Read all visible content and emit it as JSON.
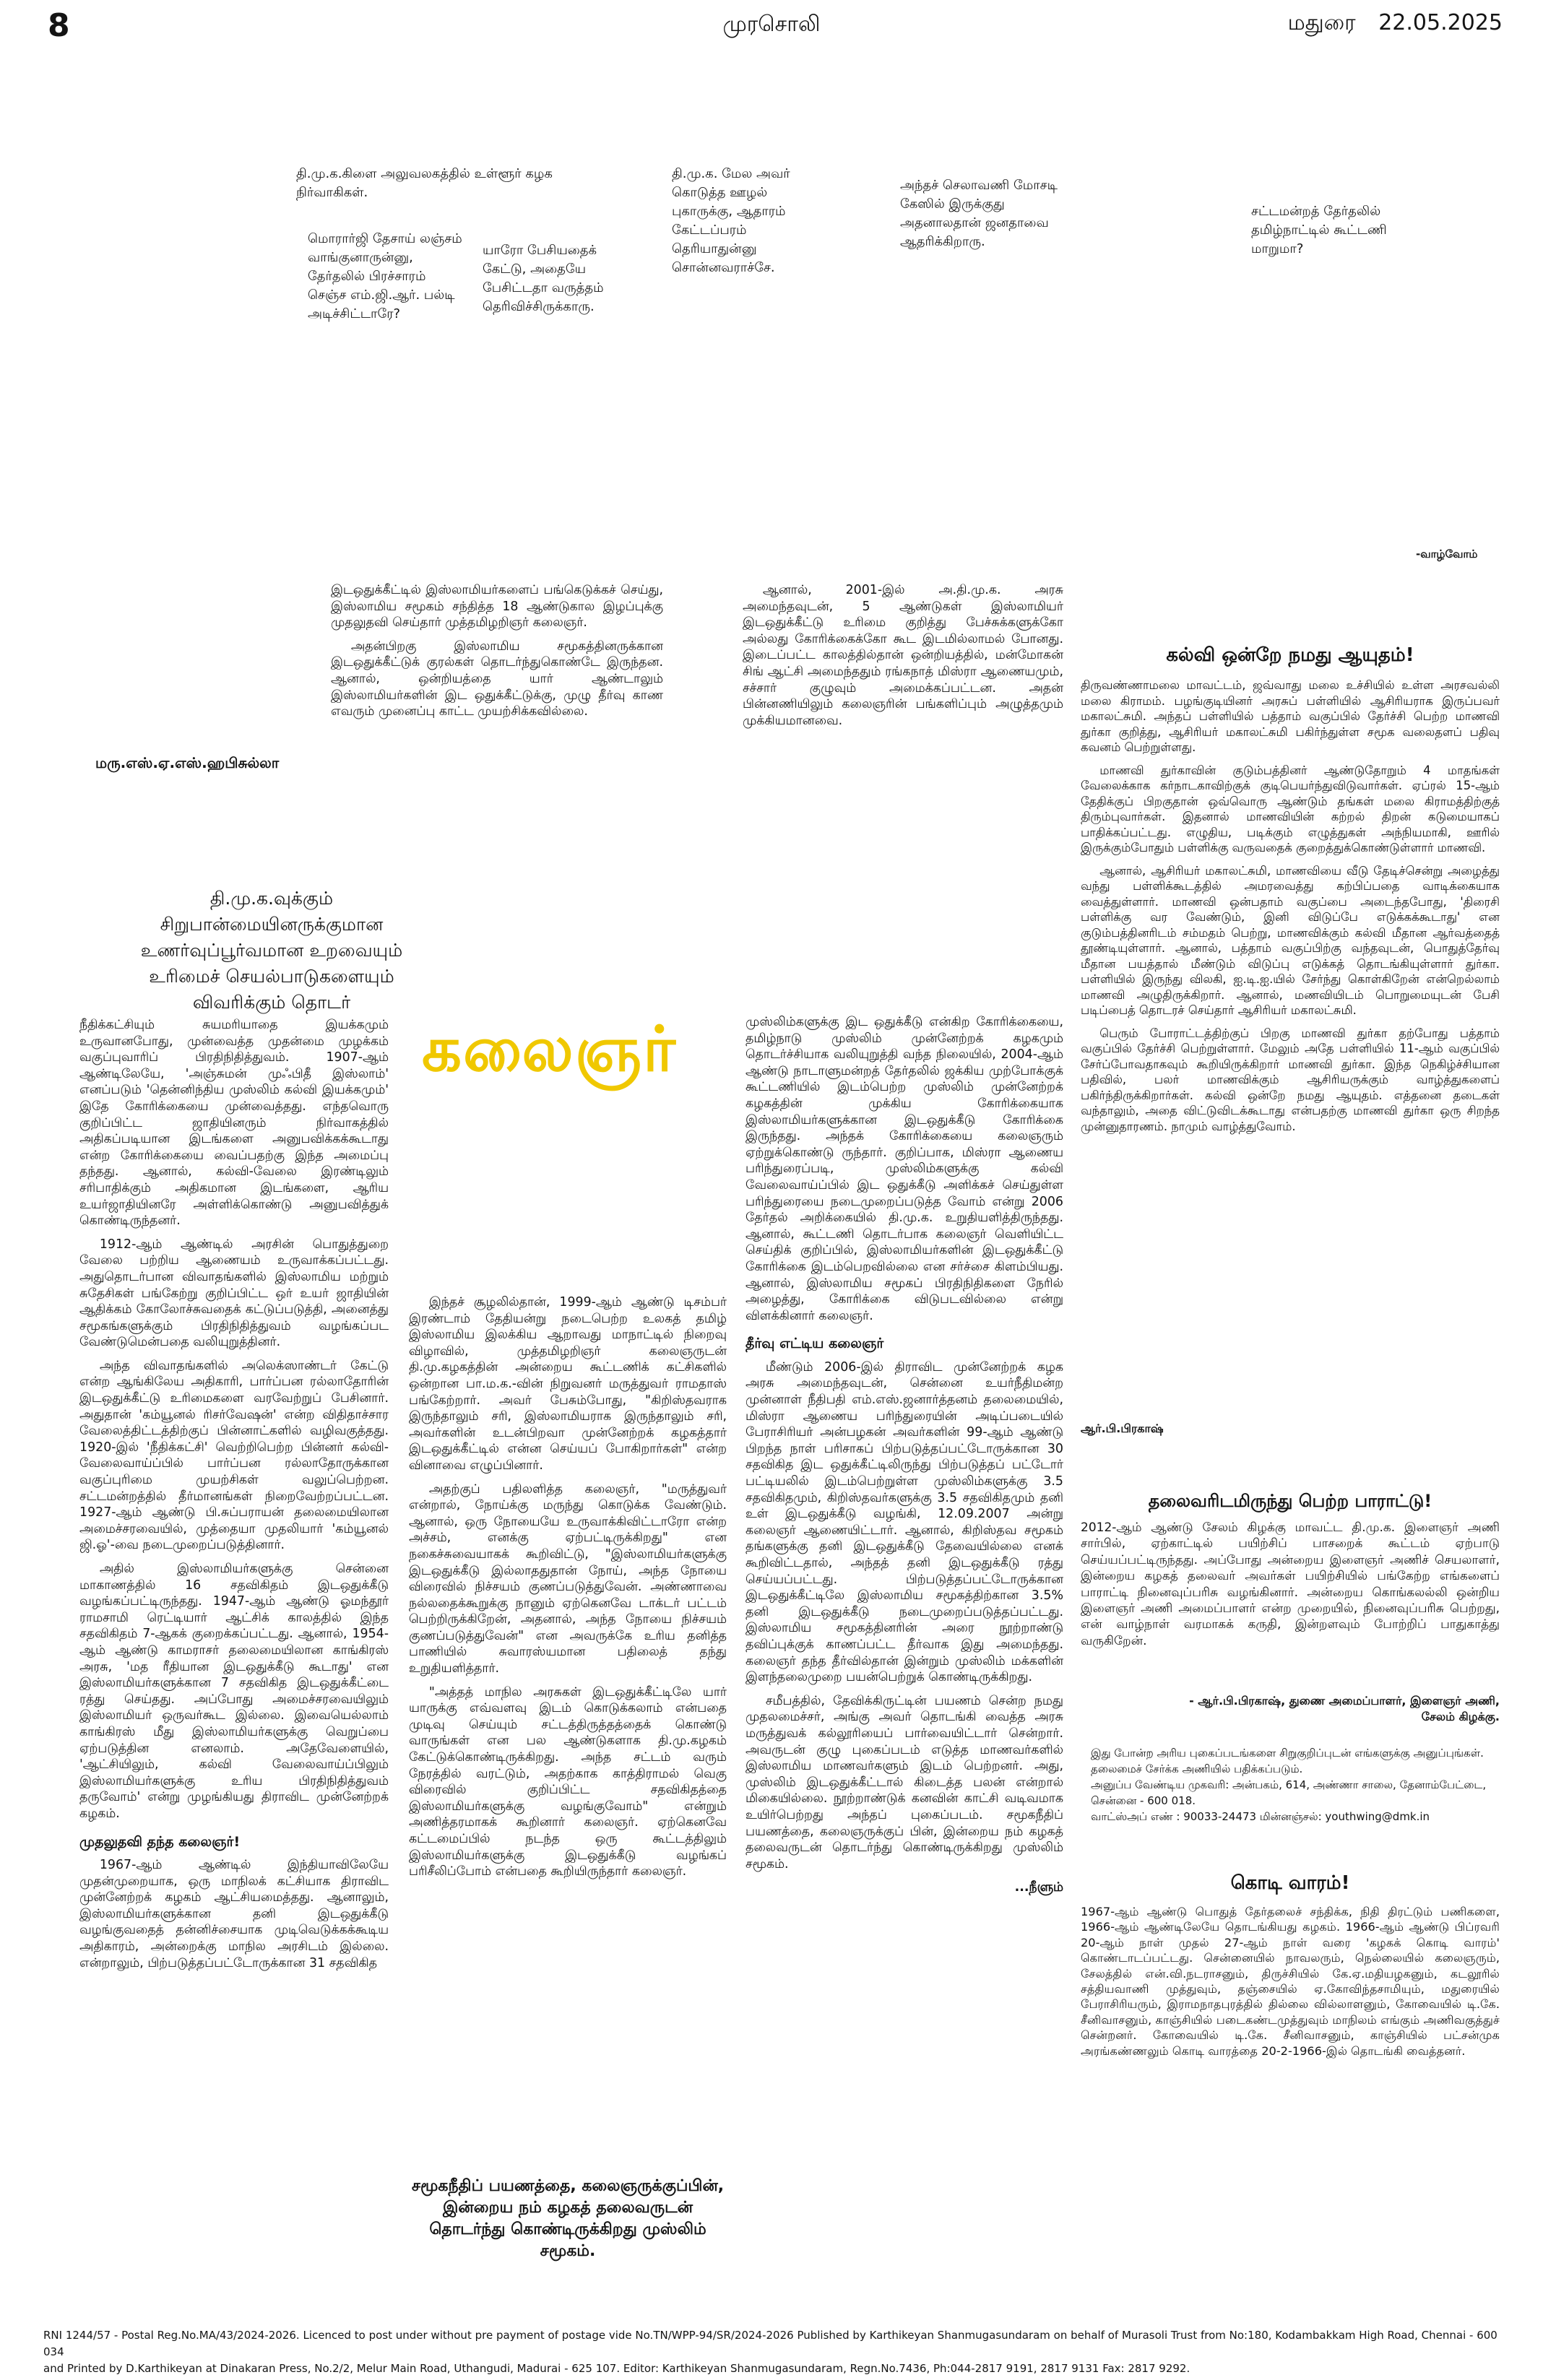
{
  "header": {
    "page_number": "8",
    "paper_name": "முரசொலி",
    "city": "மதுரை",
    "date": "22.05.2025"
  },
  "cartoon": {
    "b1": "தி.மு.க.கிளை அலுவலகத்தில் உள்ளூர் கழக நிர்வாகிகள்.",
    "b2": "மொரார்ஜி தேசாய் லஞ்சம் வாங்குனாருன்னு, தேர்தலில் பிரச்சாரம் செஞ்ச எம்.ஜி.ஆர். பல்டி அடிச்சிட்டாரே?",
    "b3": "யாரோ பேசியதைக் கேட்டு, அதையே பேசிட்டதா வருத்தம் தெரிவிச்சிருக்காரு.",
    "b4": "தி.மு.க. மேல அவர் கொடுத்த ஊழல் புகாருக்கு, ஆதாரம் கேட்டப்பரம் தெரியாதுன்னு சொன்னவராச்சே.",
    "b5": "அந்தச் செலாவணி மோசடி கேஸில் இருக்குது அதனாலதான் ஜனதாவை ஆதரிக்கிறாரு.",
    "b6": "சட்டமன்றத் தேர்தலில் தமிழ்நாட்டில் கூட்டணி மாறுமா?",
    "credit": "-வாழ்வோம்"
  },
  "article": {
    "byline": "மரு.எஸ்.ஏ.எஸ்.ஹபிசுல்லா",
    "deck": "தி.மு.க.வுக்கும் சிறுபான்மையினருக்குமான உணர்வுப்பூர்வமான உறவையும் உரிமைச் செயல்பாடுகளையும் விவரிக்கும் தொடர்",
    "logo": "கலைஞர்",
    "top_mid": {
      "p1": "இடஒதுக்கீட்டில் இஸ்லாமியர்களைப் பங்கெடுக்கச் செய்து, இஸ்லாமிய சமூகம் சந்தித்த 18 ஆண்டுகால இழப்புக்கு முதலுதவி செய்தார் முத்தமிழறிஞர் கலைஞர்.",
      "p2": "அதன்பிறகு இஸ்லாமிய சமூகத்தினருக்கான இடஒதுக்கீட்டுக் குரல்கள் தொடர்ந்துகொண்டே இருந்தன. ஆனால், ஒன்றியத்தை யார் ஆண்டாலும் இஸ்லாமியர்களின் இட ஒதுக்கீட்டுக்கு, முழு தீர்வு காண எவரும் முனைப்பு காட்ட முயற்சிக்கவில்லை."
    },
    "top_right": {
      "p1": "ஆனால், 2001-இல் அ.தி.மு.க. அரசு அமைந்தவுடன், 5 ஆண்டுகள் இஸ்லாமியர் இடஒதுக்கீட்டு உரிமை குறித்து பேச்சுக்களுக்கோ அல்லது கோரிக்கைக்கோ கூட இடமில்லாமல் போனது. இடைப்பட்ட காலத்தில்தான் ஒன்றியத்தில், மன்மோகன் சிங் ஆட்சி அமைந்ததும் ரங்கநாத் மிஸ்ரா ஆணையமும், சச்சார் குழுவும் அமைக்கப்பட்டன. அதன் பின்னணியிலும் கலைஞரின் பங்களிப்பும் அழுத்தமும் முக்கியமானவை."
    },
    "col1": {
      "p1": "நீதிக்கட்சியும் சுயமரியாதை இயக்கமும் உருவானபோது, முன்வைத்த முதன்மை முழக்கம் வகுப்புவாரிப் பிரதிநிதித்துவம். 1907-ஆம் ஆண்டிலேயே, 'அஞ்சுமன் முஃபிதீ இஸ்லாம்' எனப்படும் 'தென்னிந்திய முஸ்லிம் கல்வி இயக்கமும்' இதே கோரிக்கையை முன்வைத்தது. எந்தவொரு குறிப்பிட்ட ஜாதியினரும் நிர்வாகத்தில் அதிகப்படியான இடங்களை அனுபவிக்கக்கூடாது என்ற கோரிக்கையை வைப்பதற்கு இந்த அமைப்பு தந்தது. ஆனால், கல்வி-வேலை இரண்டிலும் சரிபாதிக்கும் அதிகமான இடங்களை, ஆரிய உயர்ஜாதியினரே அள்ளிக்கொண்டு அனுபவித்துக் கொண்டிருந்தனர்.",
      "p2": "1912-ஆம் ஆண்டில் அரசின் பொதுத்துறை வேலை பற்றிய ஆணையம் உருவாக்கப்பட்டது. அதுதொடர்பான விவாதங்களில் இஸ்லாமிய மற்றும் சுதேசிகள் பங்கேற்று குறிப்பிட்ட ஒர் உயர் ஜாதியின் ஆதிக்கம் கோலோச்சுவதைக் கட்டுப்படுத்தி, அனைத்து சமூகங்களுக்கும் பிரதிநிதித்துவம் வழங்கப்பட வேண்டுமென்பதை வலியுறுத்தினர்.",
      "p3": "அந்த விவாதங்களில் அலெக்ஸாண்டர் கேட்டு என்ற ஆங்கிலேய அதிகாரி, பார்ப்பன ரல்லாதோரின் இடஒதுக்கீட்டு உரிமைகளை வரவேற்றுப் பேசினார். அதுதான் 'கம்யூனல் ரிசர்வேஷன்' என்ற விதிதாச்சார வேலைத்திட்டத்திற்குப் பின்னாட்களில் வழிவகுத்தது. 1920-இல் 'நீதிக்கட்சி' வெற்றிபெற்ற பின்னர் கல்வி-வேலைவாய்ப்பில் பார்ப்பன ரல்லாதோருக்கான வகுப்புரிமை முயற்சிகள் வலுப்பெற்றன. சட்டமன்றத்தில் தீர்மானங்கள் நிறைவேற்றப்பட்டன. 1927-ஆம் ஆண்டு பி.சுப்பராயன் தலைமையிலான அமைச்சரவையில், முத்தையா முதலியார் 'கம்யூனல் ஜி.ஓ'-வை நடைமுறைப்படுத்தினார்.",
      "p4": "அதில் இஸ்லாமியர்களுக்கு சென்னை மாகாணத்தில் 16 சதவிகிதம் இடஒதுக்கீடு வழங்கப்பட்டிருந்தது. 1947-ஆம் ஆண்டு ஓமந்தூர் ராமசாமி ரெட்டியார் ஆட்சிக் காலத்தில் இந்த சதவிகிதம் 7-ஆகக் குறைக்கப்பட்டது. ஆனால், 1954-ஆம் ஆண்டு காமராசர் தலைமையிலான காங்கிரஸ் அரசு, 'மத ரீதியான இடஒதுக்கீடு கூடாது' என இஸ்லாமியர்களுக்கான 7 சதவிகித இடஒதுக்கீட்டை ரத்து செய்தது. அப்போது அமைச்சரவையிலும் இஸ்லாமியர் ஒருவர்கூட இல்லை. இவையெல்லாம் காங்கிரஸ் மீது இஸ்லாமியர்களுக்கு வெறுப்பை ஏற்படுத்தின எனலாம். அதேவேளையில், 'ஆட்சியிலும், கல்வி வேலைவாய்ப்பிலும் இஸ்லாமியர்களுக்கு உரிய பிரதிநிதித்துவம் தருவோம்' என்று முழங்கியது திராவிட முன்னேற்றக் கழகம்.",
      "sub": "முதலுதவி தந்த கலைஞர்!",
      "p5": "1967-ஆம் ஆண்டில் இந்தியாவிலேயே முதன்முறையாக, ஒரு மாநிலக் கட்சியாக திராவிட முன்னேற்றக் கழகம் ஆட்சியமைத்தது. ஆனாலும், இஸ்லாமியர்களுக்கான தனி இடஒதுக்கீடு வழங்குவதைத் தன்னிச்சையாக முடிவெடுக்கக்கூடிய அதிகாரம், அன்றைக்கு மாநில அரசிடம் இல்லை. என்றாலும், பிற்படுத்தப்பட்டோருக்கான 31 சதவிகித"
    },
    "col2": {
      "p1": "இந்தச் சூழலில்தான், 1999-ஆம் ஆண்டு டிசம்பர் இரண்டாம் தேதியன்று நடைபெற்ற உலகத் தமிழ் இஸ்லாமிய இலக்கிய ஆறாவது மாநாட்டில் நிறைவு விழாவில், முத்தமிழறிஞர் கலைஞருடன் தி.மு.கழகத்தின் அன்றைய கூட்டணிக் கட்சிகளில் ஒன்றான பா.ம.க.-வின் நிறுவனர் மருத்துவர் ராமதாஸ் பங்கேற்றார். அவர் பேசும்போது, \"கிறிஸ்தவராக இருந்தாலும் சரி, இஸ்லாமியராக இருந்தாலும் சரி, அவர்களின் உடன்பிறவா முன்னேற்றக் கழகத்தார் இடஒதுக்கீட்டில் என்ன செய்யப் போகிறார்கள்\" என்ற வினாவை எழுப்பினார்.",
      "p2": "அதற்குப் பதிலளித்த கலைஞர், \"மருத்துவர் என்றால், நோய்க்கு மருந்து கொடுக்க வேண்டும். ஆனால், ஒரு நோயையே உருவாக்கிவிட்டாரோ என்ற அச்சம், எனக்கு ஏற்பட்டிருக்கிறது\" என நகைச்சுவையாகக் கூறிவிட்டு, \"இஸ்லாமியர்களுக்கு இடஒதுக்கீடு இல்லாததுதான் நோய், அந்த நோயை விரைவில் நிச்சயம் குணப்படுத்துவேன். அண்ணாவை நல்லதைக்கூறுக்கு நானும் ஏற்கெனவே டாக்டர் பட்டம் பெற்றிருக்கிறேன், அதனால், அந்த நோயை நிச்சயம் குணப்படுத்துவேன்\" என அவருக்கே உரிய தனித்த பாணியில் சுவாரஸ்யமான பதிலைத் தந்து உறுதியளித்தார்.",
      "p3": "\"அத்தத் மாநில அரசுகள் இடஒதுக்கீட்டிலே யார் யாருக்கு எவ்வளவு இடம் கொடுக்கலாம் என்பதை முடிவு செய்யும் சட்டத்திருத்தத்தைக் கொண்டு வாருங்கள் என பல ஆண்டுகளாக தி.மு.கழகம் கேட்டுக்கொண்டிருக்கிறது. அந்த சட்டம் வரும் நேரத்தில் வரட்டும், அதற்காக காத்திராமல் வெகு விரைவில் குறிப்பிட்ட சதவிகிதத்தை இஸ்லாமியர்களுக்கு வழங்குவோம்\" என்றும் அணித்தரமாகக் கூறினார் கலைஞர். ஏற்கெனவே கட்டமைப்பில் நடந்த ஒரு கூட்டத்திலும் இஸ்லாமியர்களுக்கு இடஒதுக்கீடு வழங்கப் பரிசீலிப்போம் என்பதை கூறியிருந்தார் கலைஞர்."
    },
    "col3": {
      "p1": "முஸ்லிம்களுக்கு இட ஒதுக்கீடு என்கிற கோரிக்கையை, தமிழ்நாடு முஸ்லிம் முன்னேற்றக் கழகமும் தொடர்ச்சியாக வலியுறுத்தி வந்த நிலையில், 2004-ஆம் ஆண்டு நாடாளுமன்றத் தேர்தலில் ஜக்கிய முற்போக்குக் கூட்டணியில் இடம்பெற்ற முஸ்லிம் முன்னேற்றக் கழகத்தின் முக்கிய கோரிக்கையாக இஸ்லாமியர்களுக்கான இடஒதுக்கீடு கோரிக்கை இருந்தது. அந்தக் கோரிக்கையை கலைஞரும் ஏற்றுக்கொண்டு ருந்தார். குறிப்பாக, மிஸ்ரா ஆணைய பரிந்துரைப்படி, முஸ்லிம்களுக்கு கல்வி வேலைவாய்ப்பில் இட ஒதுக்கீடு அளிக்கச் செய்துள்ள பரிந்துரையை நடைமுறைப்படுத்த வோம் என்று 2006 தேர்தல் அறிக்கையில் தி.மு.க. உறுதியளித்திருந்தது. ஆனால், கூட்டணி தொடர்பாக கலைஞர் வெளியிட்ட செய்திக் குறிப்பில், இஸ்லாமியர்களின் இடஒதுக்கீட்டு கோரிக்கை இடம்பெறவில்லை என சர்ச்சை கிளம்பியது. ஆனால், இஸ்லாமிய சமூகப் பிரதிநிதிகளை நேரில் அழைத்து, கோரிக்கை விடுபடவில்லை என்று விளக்கினார் கலைஞர்.",
      "sub": "தீர்வு எட்டிய கலைஞர்",
      "p2": "மீண்டும் 2006-இல் திராவிட முன்னேற்றக் கழக அரசு அமைந்தவுடன், சென்னை உயர்நீதிமன்ற முன்னாள் நீதிபதி எம்.எஸ்.ஜனார்த்தனம் தலைமையில், மிஸ்ரா ஆணைய பரிந்துரையின் அடிப்படையில் பேராசிரியர் அன்பழகன் அவர்களின் 99-ஆம் ஆண்டு பிறந்த நாள் பரிசாகப் பிற்படுத்தப்பட்டோருக்கான 30 சதவிகித இட ஒதுக்கீட்டிலிருந்து பிற்படுத்தப் பட்டோர் பட்டியலில் இடம்பெற்றுள்ள முஸ்லிம்களுக்கு 3.5 சதவிகிதமும், கிறிஸ்தவர்களுக்கு 3.5 சதவிகிதமும் தனி உள் இடஒதுக்கீடு வழங்கி, 12.09.2007 அன்று கலைஞர் ஆணையிட்டார். ஆனால், கிறிஸ்தவ சமூகம் தங்களுக்கு தனி இடஒதுக்கீடு தேவையில்லை எனக் கூறிவிட்டதால், அந்தத் தனி இடஒதுக்கீடு ரத்து செய்யப்பட்டது. பிற்படுத்தப்பட்டோருக்கான இடஒதுக்கீட்டிலே இஸ்லாமிய சமூகத்திற்கான 3.5% தனி இடஒதுக்கீடு நடைமுறைப்படுத்தப்பட்டது. இஸ்லாமிய சமூகத்தினரின் அரை நூற்றாண்டு தவிப்புக்குக் காணப்பட்ட தீர்வாக இது அமைந்தது. கலைஞர் தந்த தீர்வில்தான் இன்றும் முஸ்லிம் மக்களின் இளந்தலைமுறை பயன்பெற்றுக் கொண்டிருக்கிறது.",
      "p3": "சமீபத்தில், தேவிக்கிருட்டின் பயணம் சென்ற நமது முதலமைச்சர், அங்கு அவர் தொடங்கி வைத்த அரசு மருத்துவக் கல்லூரியைப் பார்வையிட்டார் சென்றார். அவருடன் குழு புகைப்படம் எடுத்த மாணவர்களில் இஸ்லாமிய மாணவர்களும் இடம் பெற்றனர். அது, முஸ்லிம் இடஒதுக்கீட்டால் கிடைத்த பலன் என்றால் மிகையில்லை. நூற்றாண்டுக் கனவின் காட்சி வடிவமாக உயிர்பெற்றது அந்தப் புகைப்படம். சமூகநீதிப் பயணத்தை, கலைஞருக்குப் பின், இன்றைய நம் கழகத் தலைவருடன் தொடர்ந்து கொண்டிருக்கிறது முஸ்லிம் சமூகம்.",
      "cont": "...நீளும்"
    },
    "pull_quote": "சமூகநீதிப் பயணத்தை, கலைஞருக்குப்பின், இன்றைய நம் கழகத் தலைவருடன் தொடர்ந்து கொண்டிருக்கிறது முஸ்லிம் சமூகம்."
  },
  "youth": {
    "edu_title": "கல்வி ஒன்றே நமது ஆயுதம்!",
    "edu_p1": "திருவண்ணாமலை மாவட்டம், ஜவ்வாது மலை உச்சியில் உள்ள அரசவல்லி மலை கிராமம். பழங்குடியினர் அரசுப் பள்ளியில் ஆசிரியராக இருப்பவர் மகாலட்சுமி. அந்தப் பள்ளியில் பத்தாம் வகுப்பில் தேர்ச்சி பெற்ற மாணவி துர்கா குறித்து, ஆசிரியர் மகாலட்சுமி பகிர்ந்துள்ள சமூக வலைதளப் பதிவு கவனம் பெற்றுள்ளது.",
    "edu_p2": "மாணவி துர்காவின் குடும்பத்தினர் ஆண்டுதோறும் 4 மாதங்கள் வேலைக்காக கர்நாடகாவிற்குக் குடிபெயர்ந்துவிடுவார்கள். ஏப்ரல் 15-ஆம் தேதிக்குப் பிறகுதான் ஒவ்வொரு ஆண்டும் தங்கள் மலை கிராமத்திற்குத் திரும்புவார்கள். இதனால் மாணவியின் கற்றல் திறன் கடுமையாகப் பாதிக்கப்பட்டது. எழுதிய, படிக்கும் எழுத்துகள் அந்நியமாகி, ஊரில் இருக்கும்போதும் பள்ளிக்கு வருவதைக் குறைத்துக்கொண்டுள்ளார் மாணவி.",
    "edu_p3": "ஆனால், ஆசிரியர் மகாலட்சுமி, மாணவியை வீடு தேடிச்சென்று அழைத்து வந்து பள்ளிக்கூடத்தில் அமரவைத்து கற்பிப்பதை வாடிக்கையாக வைத்துள்ளார். மாணவி ஒன்பதாம் வகுப்பை அடைந்தபோது, 'திரைசி பள்ளிக்கு வர வேண்டும், இனி விடுப்பே எடுக்கக்கூடாது' என குடும்பத்தினரிடம் சம்மதம் பெற்று, மாணவிக்கும் கல்வி மீதான ஆர்வத்தைத் தூண்டியுள்ளார். ஆனால், பத்தாம் வகுப்பிற்கு வந்தவுடன், பொதுத்தேர்வு மீதான பயத்தால் மீண்டும் விடுப்பு எடுக்கத் தொடங்கியுள்ளார் துர்கா. பள்ளியில் இருந்து விலகி, ஐ.டி.ஐ.யில் சேர்ந்து கொள்கிறேன் என்றெல்லாம் மாணவி அழுதிருக்கிறார். ஆனால், மணவியிடம் பொறுமையுடன் பேசி படிப்பைத் தொடரச் செய்தார் ஆசிரியர் மகாலட்சுமி.",
    "edu_p4": "பெரும் போராட்டத்திற்குப் பிறகு மாணவி துர்கா தற்போது பத்தாம் வகுப்பில் தேர்ச்சி பெற்றுள்ளார். மேலும் அதே பள்ளியில் 11-ஆம் வகுப்பில் சேர்ப்போவதாகவும் கூறியிருக்கிறார் மாணவி துர்கா. இந்த நெகிழ்ச்சியான பதிவில், பலர் மாணவிக்கும் ஆசிரியருக்கும் வாழ்த்துகளைப் பகிர்ந்திருக்கிறார்கள். கல்வி ஒன்றே நமது ஆயுதம். எத்தனை தடைகள் வந்தாலும், அதை விட்டுவிடக்கூடாது என்பதற்கு மாணவி துர்கா ஒரு சிறந்த முன்னுதாரணம். நாமும் வாழ்த்துவோம்.",
    "letter_byline": "ஆர்.பி.பிரகாஷ்",
    "letter_title": "தலைவரிடமிருந்து பெற்ற பாராட்டு!",
    "letter_body": "2012-ஆம் ஆண்டு சேலம் கிழக்கு மாவட்ட தி.மு.க. இளைஞர் அணி சார்பில், ஏற்காட்டில் பயிற்சிப் பாசறைக் கூட்டம் ஏற்பாடு செய்யப்பட்டிருந்தது. அப்போது அன்றைய இளைஞர் அணிச் செயலாளர், இன்றைய கழகத் தலைவர் அவர்கள் பயிற்சியில் பங்கேற்ற எங்களைப் பாராட்டி நினைவுப்பரிசு வழங்கினார். அன்றைய கொங்கலல்லி ஒன்றிய இளைஞர் அணி அமைப்பாளர் என்ற முறையில், நினைவுப்பரிசு பெற்றது, என் வாழ்நாள் வரமாகக் கருதி, இன்றளவும் போற்றிப் பாதுகாத்து வருகிறேன்.",
    "signature": "- ஆர்.பி.பிரகாஷ், துணை அமைப்பாளர், இளைஞர் அணி, சேலம் கிழக்கு.",
    "contact_1": "இது போன்ற அரிய புகைப்படங்களை சிறுகுறிப்புடன் எங்களுக்கு அனுப்புங்கள். தலைமைச் சேர்க்க அணியில் பதிக்கப்படும்.",
    "contact_2": "அனுப்ப வேண்டிய முகவரி: அன்பகம், 614, அண்ணா சாலை, தேனாம்பேட்டை, சென்னை - 600 018.",
    "contact_3": "வாட்ஸ்அப் எண் : 90033-24473 மின்னஞ்சல்: youthwing@dmk.in",
    "flag_title": "கொடி வாரம்!",
    "flag_body": "1967-ஆம் ஆண்டு பொதுத் தேர்தலைச் சந்திக்க, நிதி திரட்டும் பணிகளை, 1966-ஆம் ஆண்டிலேயே தொடங்கியது கழகம். 1966-ஆம் ஆண்டு பிப்ரவரி 20-ஆம் நாள் முதல் 27-ஆம் நாள் வரை 'கழகக் கொடி வாரம்' கொண்டாடப்பட்டது. சென்னையில் நாவலரும், நெல்லையில் கலைஞரும், சேலத்தில் என்.வி.நடராசனும், திருச்சியில் கே.ஏ.மதியழகனும், கடலூரில் சத்தியவாணி முத்துவும், தஞ்சையில் ஏ.கோவிந்தசாமியும், மதுரையில் பேராசிரியரும், இராமநாதபுரத்தில் தில்லை வில்லாளனும், கோவையில் டி.கே. சீனிவாசனும், காஞ்சியில் படைகண்டமுத்துவும் மாநிலம் எங்கும் அணிவகுத்துச் சென்றனர். கோவையில் டி.கே. சீனிவாசனும், காஞ்சியில் பட்சன்முக அரங்கண்ணலும் கொடி வாரத்தை 20-2-1966-இல் தொடங்கி வைத்தனர்."
  },
  "footer": {
    "line1": "RNI 1244/57 - Postal Reg.No.MA/43/2024-2026. Licenced to post under without pre payment of postage vide No.TN/WPP-94/SR/2024-2026 Published by Karthikeyan Shanmugasundaram on behalf of Murasoli Trust from No:180, Kodambakkam High Road, Chennai - 600 034",
    "line2": "and Printed by D.Karthikeyan at Dinakaran Press, No.2/2, Melur Main Road, Uthangudi, Madurai - 625 107. Editor: Karthikeyan Shanmugasundaram, Regn.No.7436, Ph:044-2817 9191, 2817 9131 Fax: 2817 9292."
  }
}
